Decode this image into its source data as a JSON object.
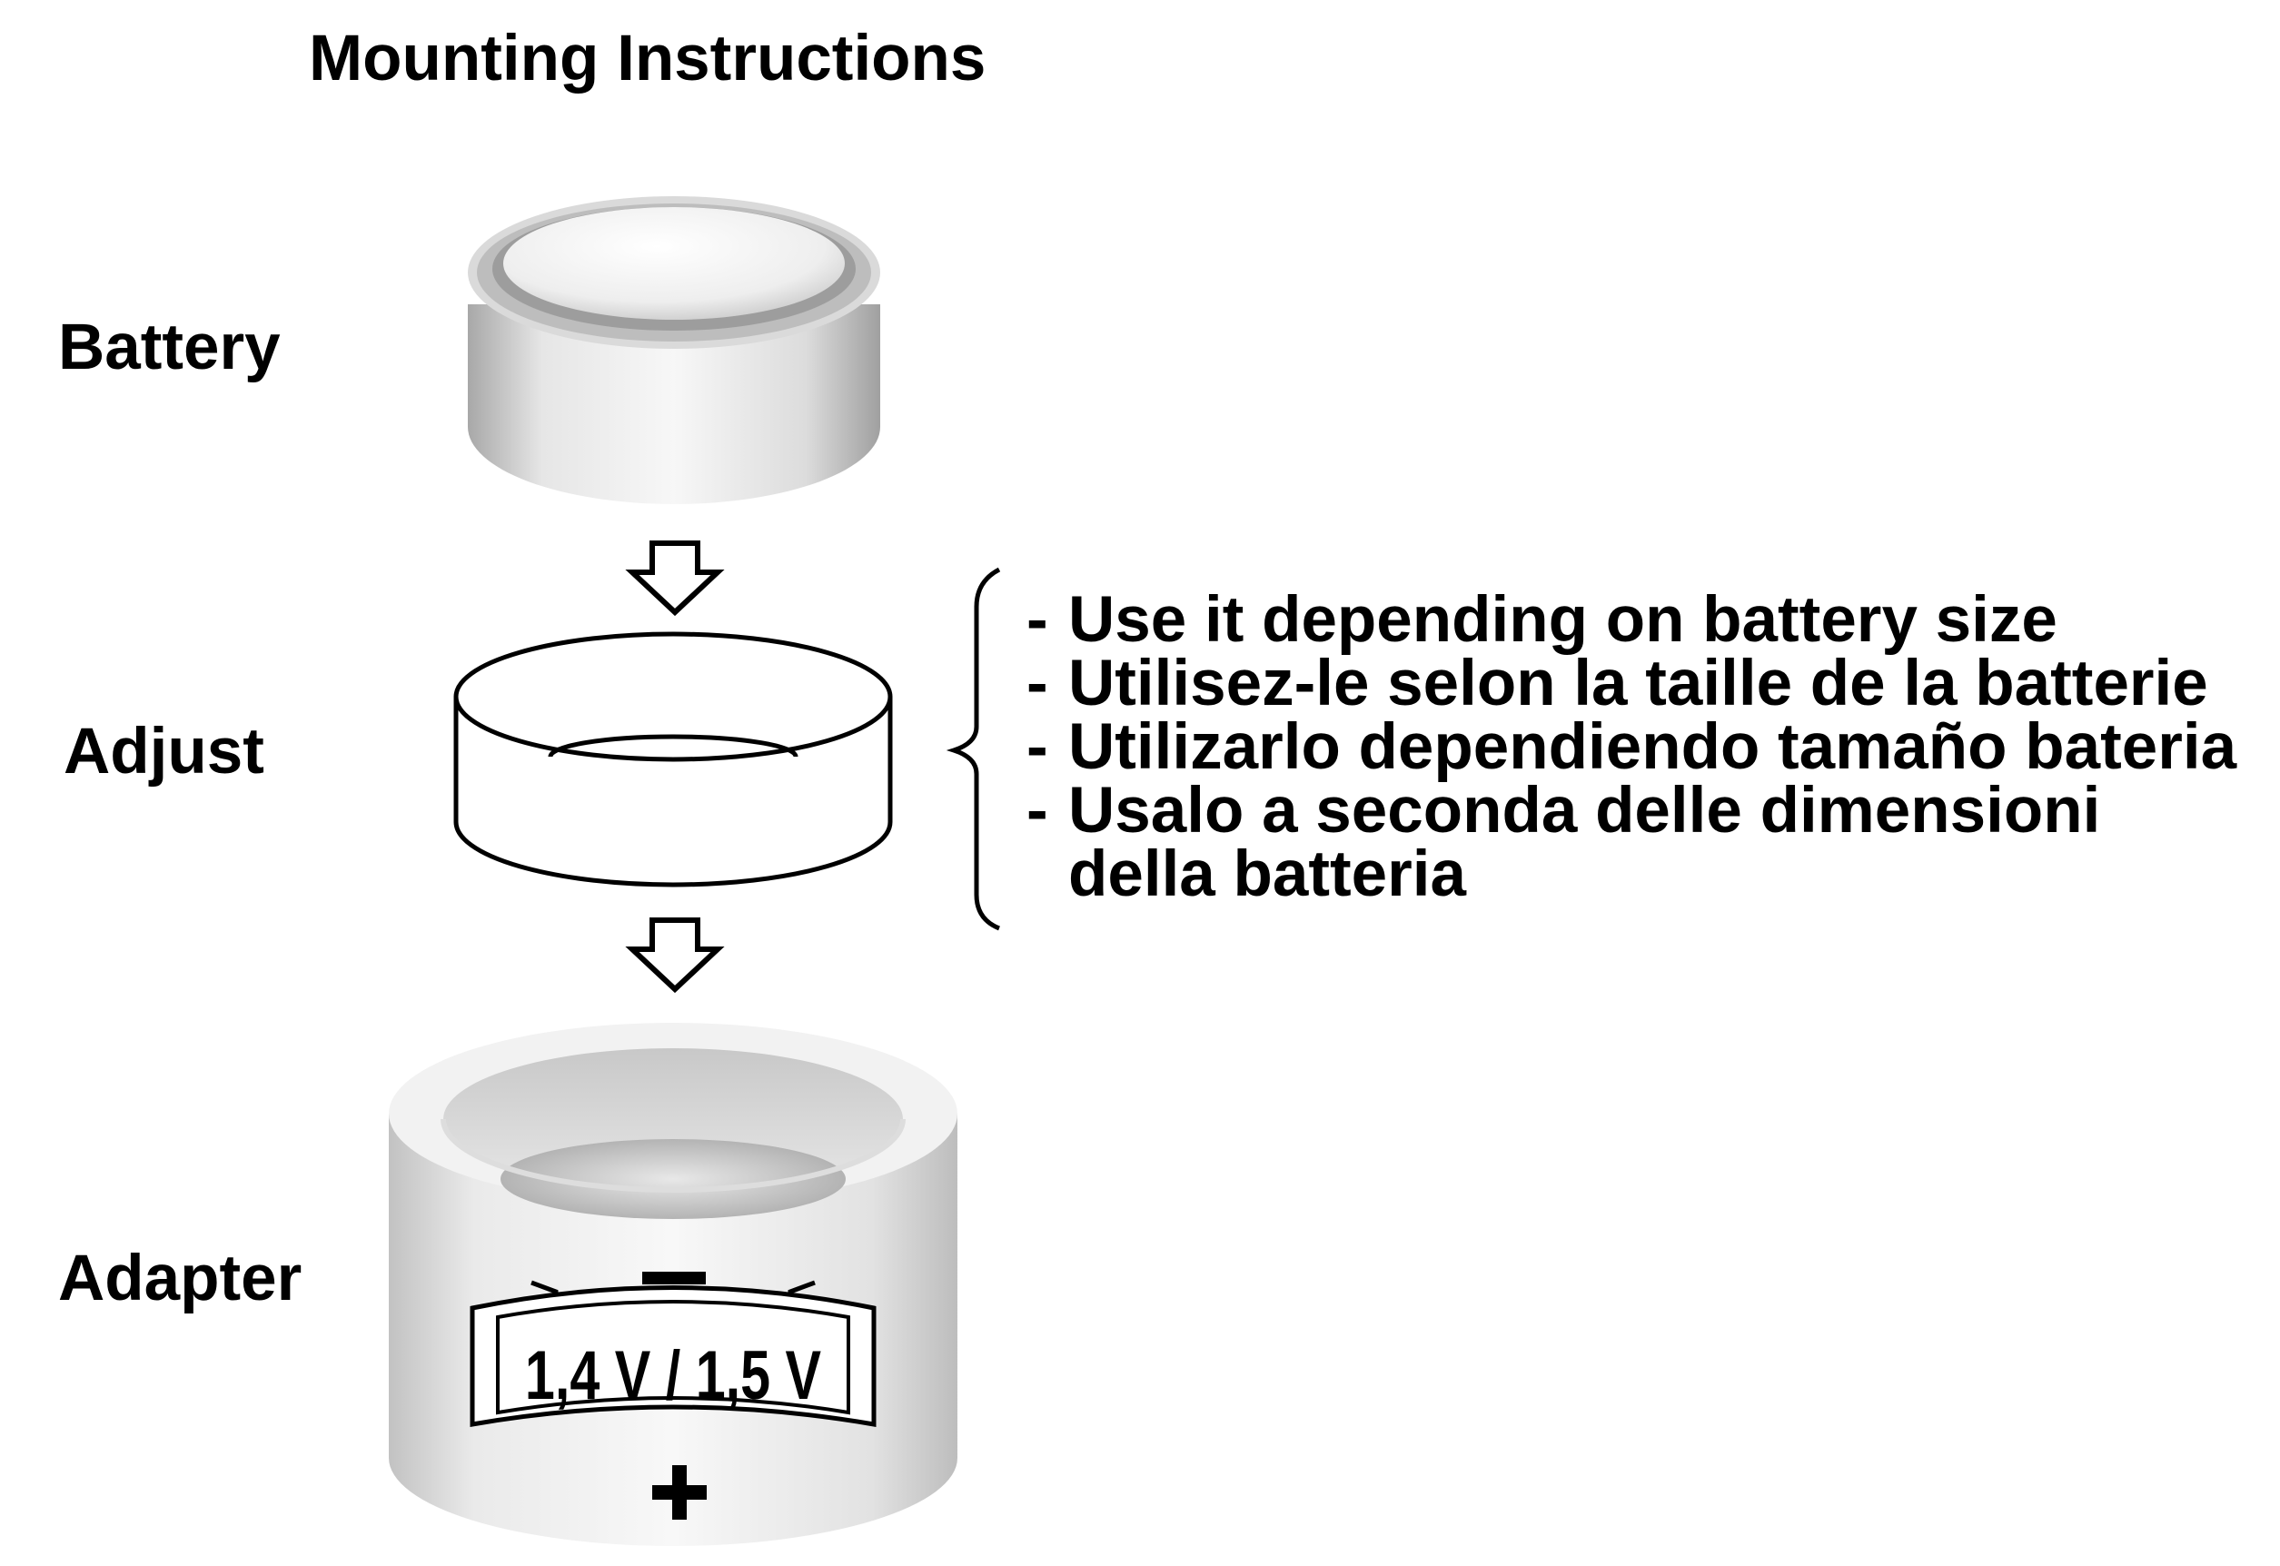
{
  "title": "Mounting Instructions",
  "parts": {
    "battery": "Battery",
    "adjust": "Adjust",
    "adapter": "Adapter"
  },
  "notes": [
    "Use it depending on battery size",
    "Utilisez-le selon la taille de la batterie",
    "Utilizarlo dependiendo tamaño bateria",
    "Usalo a seconda delle dimensioni"
  ],
  "notes_continuation": "della batteria",
  "note_bullet": "-",
  "adapter_label": {
    "voltage": "1,4 V / 1,5 V",
    "minus": "−",
    "plus": "+"
  },
  "colors": {
    "text": "#000000",
    "metal_light": "#f2f2f2",
    "metal_mid": "#cfcfcf",
    "metal_dark": "#9a9a9a",
    "background": "#ffffff"
  }
}
